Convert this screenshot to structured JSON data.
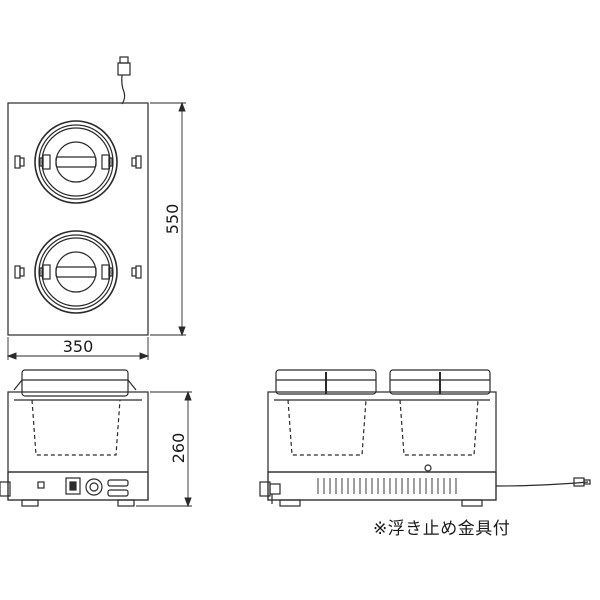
{
  "dimensions": {
    "width": "350",
    "depth": "550",
    "height": "260"
  },
  "note": "※浮き止め金具付"
}
